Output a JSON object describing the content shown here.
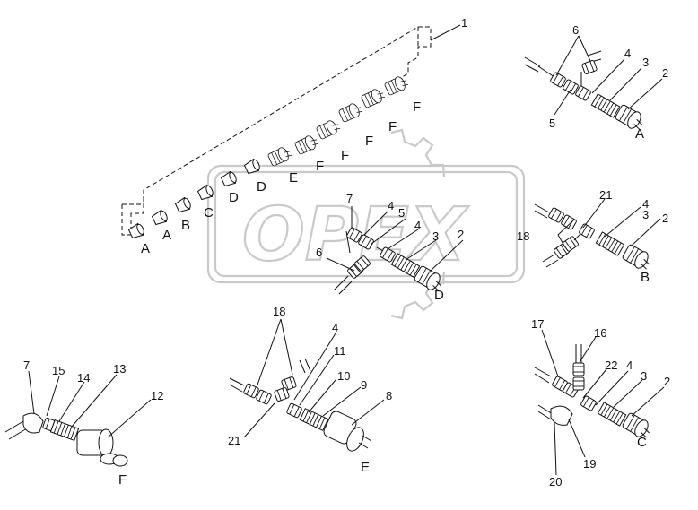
{
  "watermark": {
    "text": "OPEX"
  },
  "main": {
    "rail": "1",
    "connectors": [
      "A",
      "A",
      "B",
      "C",
      "D",
      "D",
      "E",
      "F",
      "F",
      "F",
      "F",
      "F"
    ]
  },
  "groupA": {
    "labels": [
      "6",
      "4",
      "3",
      "2",
      "5"
    ],
    "letter": "A"
  },
  "groupB": {
    "labels": [
      "21",
      "4",
      "3",
      "2",
      "18"
    ],
    "letter": "B"
  },
  "groupD": {
    "labels": [
      "7",
      "4",
      "5",
      "4",
      "3",
      "2",
      "6"
    ],
    "letter": "D"
  },
  "groupF": {
    "labels": [
      "7",
      "15",
      "14",
      "13",
      "12"
    ],
    "letter": "F"
  },
  "groupE": {
    "labels": [
      "18",
      "4",
      "11",
      "10",
      "9",
      "8",
      "21"
    ],
    "letter": "E"
  },
  "groupC": {
    "labels": [
      "17",
      "16",
      "22",
      "4",
      "3",
      "2",
      "19",
      "20"
    ],
    "letter": "C"
  }
}
